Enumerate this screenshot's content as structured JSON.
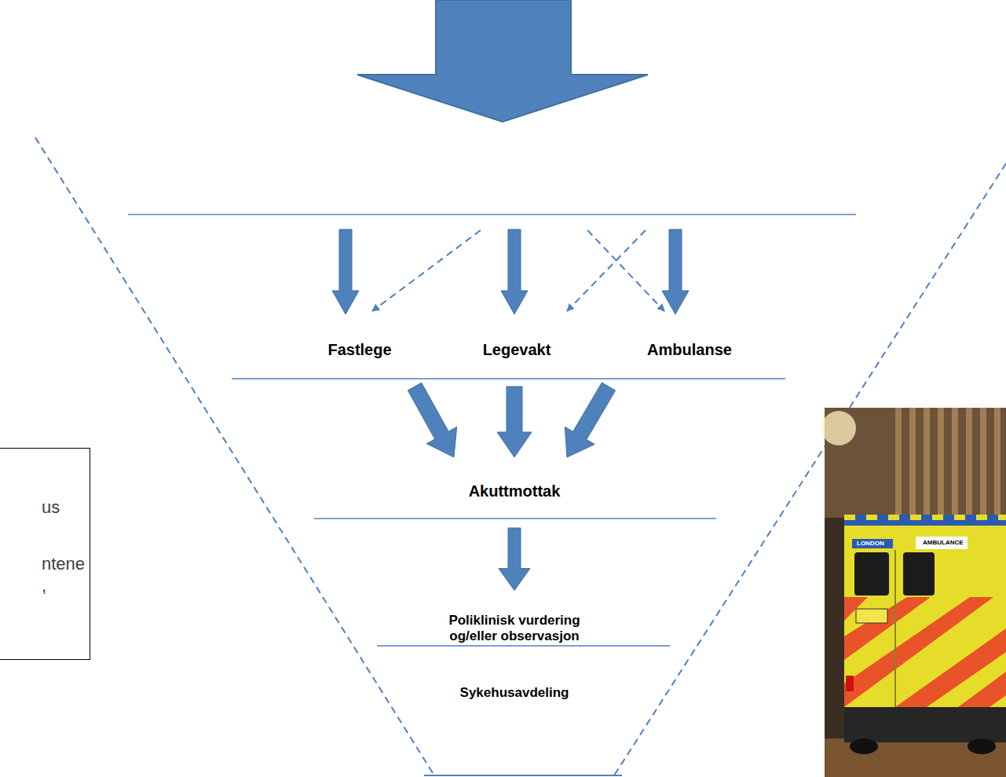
{
  "diagram": {
    "nodes": [
      {
        "text": [
          "Fastlege"
        ]
      },
      {
        "text": [
          "Legevakt"
        ]
      },
      {
        "text": [
          "Ambulanse"
        ]
      },
      {
        "text": [
          "us",
          "ntene",
          ","
        ]
      },
      {
        "text": [
          "Akuttmottak"
        ]
      },
      {
        "text": [
          "Poliklinisk vurdering og/eller observasjon"
        ]
      },
      {
        "text": [
          "Sykehusavdeling"
        ]
      }
    ],
    "edges": [
      {
        "from": 0,
        "to": 4,
        "arrow": "to"
      },
      {
        "from": 1,
        "to": 4,
        "arrow": "to"
      },
      {
        "from": 2,
        "to": 4,
        "arrow": "to"
      },
      {
        "from": 4,
        "to": 5,
        "arrow": "to"
      }
    ],
    "labels": [
      "LONDON",
      "AMBULANCE"
    ]
  }
}
